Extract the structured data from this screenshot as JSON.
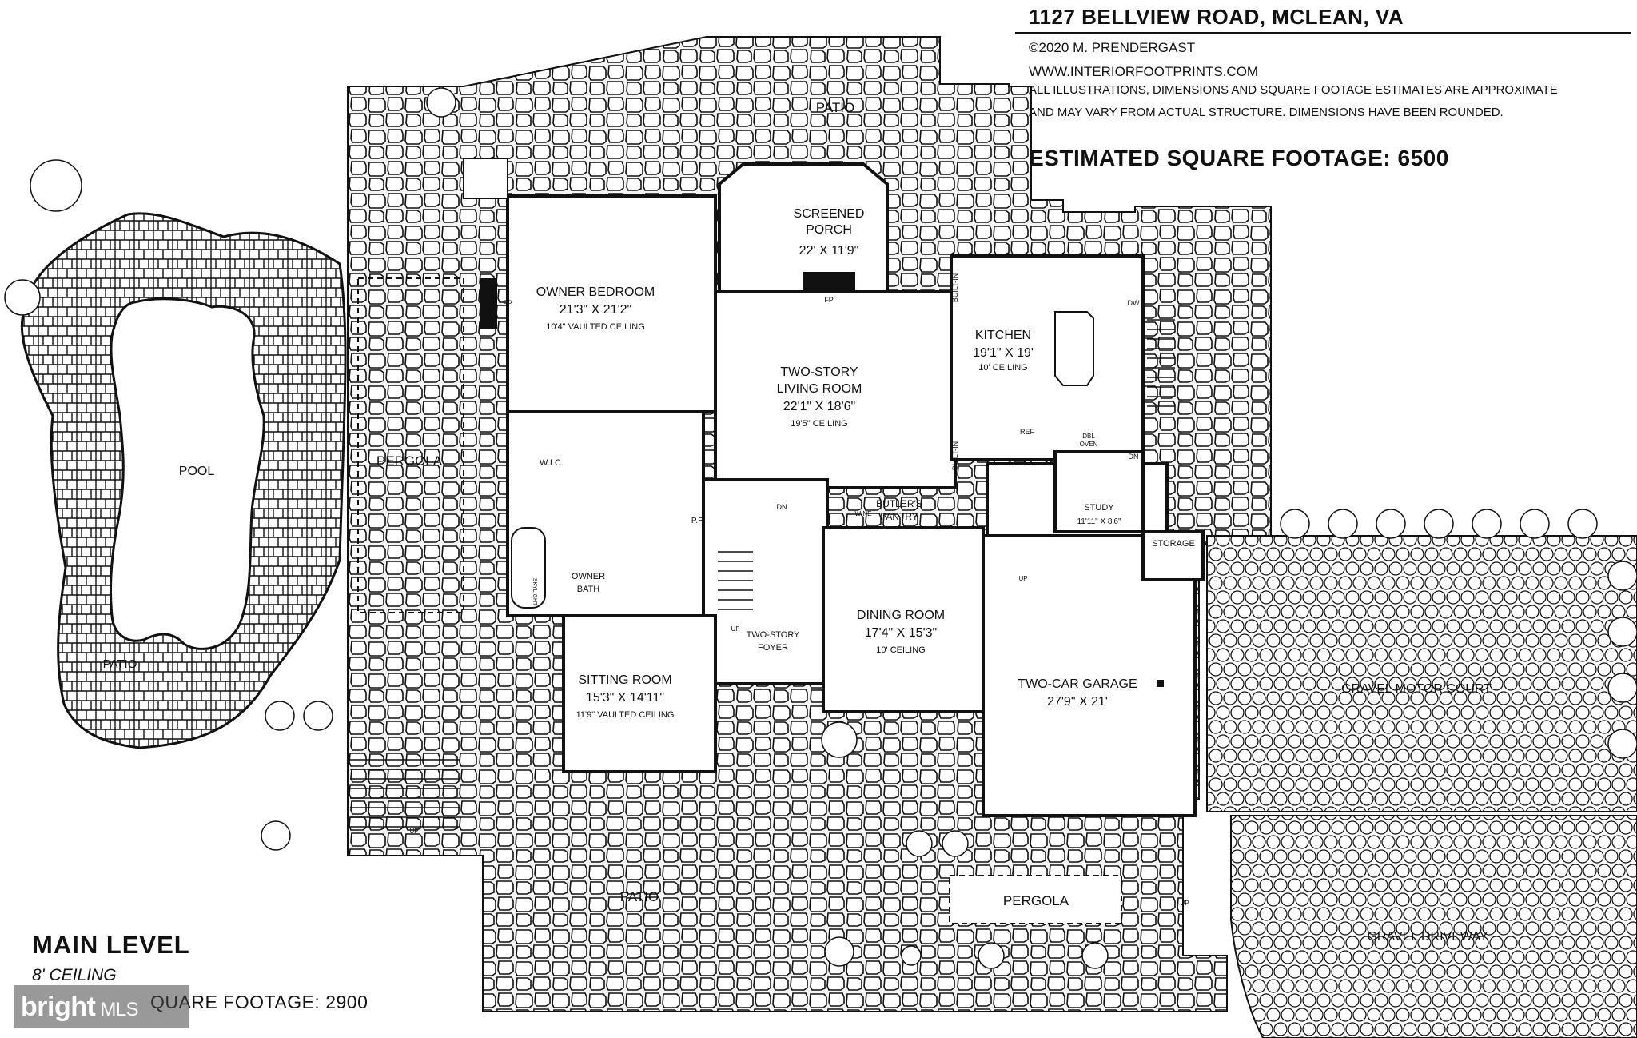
{
  "header": {
    "address": "1127 BELLVIEW ROAD, MCLEAN, VA",
    "copyright": "©2020 M. PRENDERGAST",
    "website": "WWW.INTERIORFOOTPRINTS.COM",
    "disclaimer_line1": "ALL ILLUSTRATIONS, DIMENSIONS AND SQUARE FOOTAGE ESTIMATES ARE APPROXIMATE",
    "disclaimer_line2": "AND MAY VARY FROM ACTUAL STRUCTURE. DIMENSIONS HAVE BEEN ROUNDED.",
    "estimated_sqft": "ESTIMATED SQUARE FOOTAGE: 6500"
  },
  "level": {
    "title": "MAIN LEVEL",
    "ceiling": "8' CEILING",
    "sqft": "QUARE FOOTAGE: 2900"
  },
  "watermark": {
    "brand": "bright",
    "suffix": "MLS"
  },
  "rooms": {
    "patio_top": "PATIO",
    "screened_porch_l1": "SCREENED",
    "screened_porch_l2": "PORCH",
    "screened_porch_dim": "22' X 11'9\"",
    "owner_bedroom": "OWNER BEDROOM",
    "owner_bedroom_dim": "21'3\" X 21'2\"",
    "owner_bedroom_ceiling": "10'4\" VAULTED CEILING",
    "fp_bedroom": "FP",
    "fp_porch": "FP",
    "built_in_top": "BUILT-IN",
    "built_in_bottom": "BUILT-IN",
    "kitchen": "KITCHEN",
    "kitchen_dim": "19'1\" X 19'",
    "kitchen_ceiling": "10' CEILING",
    "dw": "DW",
    "ref": "REF",
    "dbl_oven_1": "DBL",
    "dbl_oven_2": "OVEN",
    "living_l1": "TWO-STORY",
    "living_l2": "LIVING ROOM",
    "living_dim": "22'1\" X 18'6\"",
    "living_ceiling": "19'5\" CEILING",
    "pool": "POOL",
    "patio_pool": "PATIO",
    "pergola_left": "PERGOLA",
    "wic": "W.I.C.",
    "pr": "P.R.",
    "dn_stair": "DN",
    "dn_right": "DN",
    "butlers_l1": "BUTLER'S",
    "butlers_l2": "PANTRY",
    "wine": "WINE",
    "study": "STUDY",
    "study_dim": "11'11\" X 8'6\"",
    "storage": "STORAGE",
    "skylight": "SKYLIGHT",
    "owner_bath_l1": "OWNER",
    "owner_bath_l2": "BATH",
    "up_foyer": "UP",
    "up_garage": "UP",
    "foyer_l1": "TWO-STORY",
    "foyer_l2": "FOYER",
    "sitting": "SITTING ROOM",
    "sitting_dim": "15'3\" X 14'11\"",
    "sitting_ceiling": "11'9\" VAULTED CEILING",
    "dining": "DINING ROOM",
    "dining_dim": "17'4\" X 15'3\"",
    "dining_ceiling": "10' CEILING",
    "garage": "TWO-CAR GARAGE",
    "garage_dim": "27'9\" X 21'",
    "gravel_court": "GRAVEL MOTOR COURT",
    "up_left": "UP",
    "patio_bottom": "PATIO",
    "pergola_bottom": "PERGOLA",
    "up_right": "UP",
    "gravel_drive": "GRAVEL DRIVEWAY"
  }
}
